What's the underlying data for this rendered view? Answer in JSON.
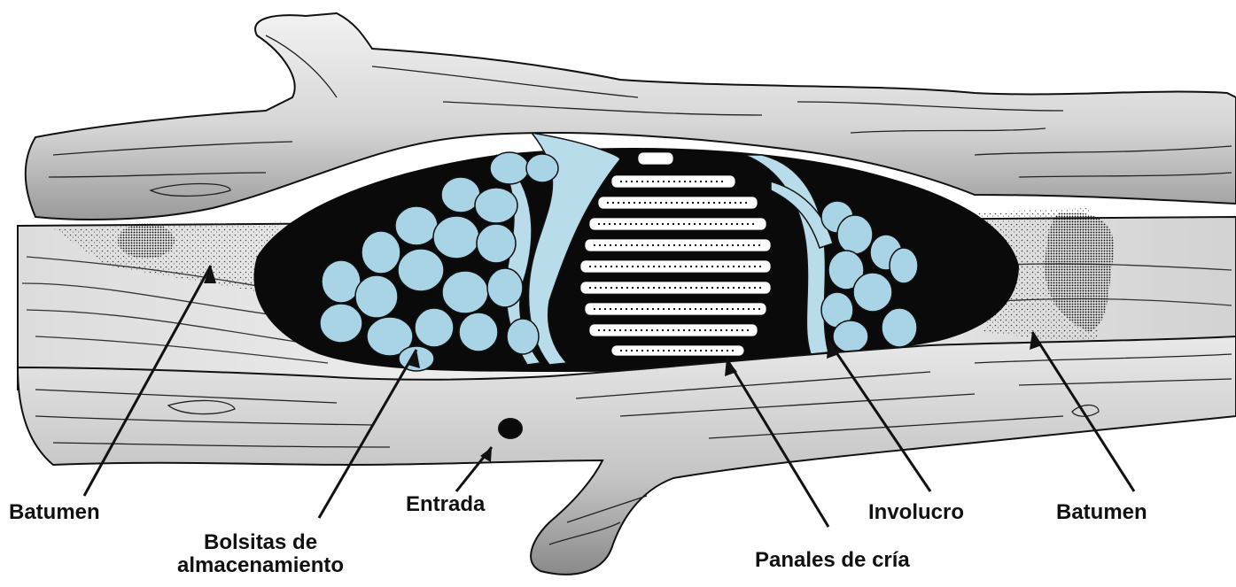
{
  "labels": {
    "batumen_left": "Batumen",
    "bolsitas_line1": "Bolsitas de",
    "bolsitas_line2": "almacenamiento",
    "entrada": "Entrada",
    "panales": "Panales de cría",
    "involucro": "Involucro",
    "batumen_right": "Batumen"
  },
  "colors": {
    "wood_light": "#eeeeee",
    "wood_mid": "#bdbdbd",
    "wood_dark": "#8c8c8c",
    "cavity": "#0a0a0a",
    "pots": "#a9d4e6",
    "involucro": "#b9dceb",
    "ink": "#111111"
  }
}
